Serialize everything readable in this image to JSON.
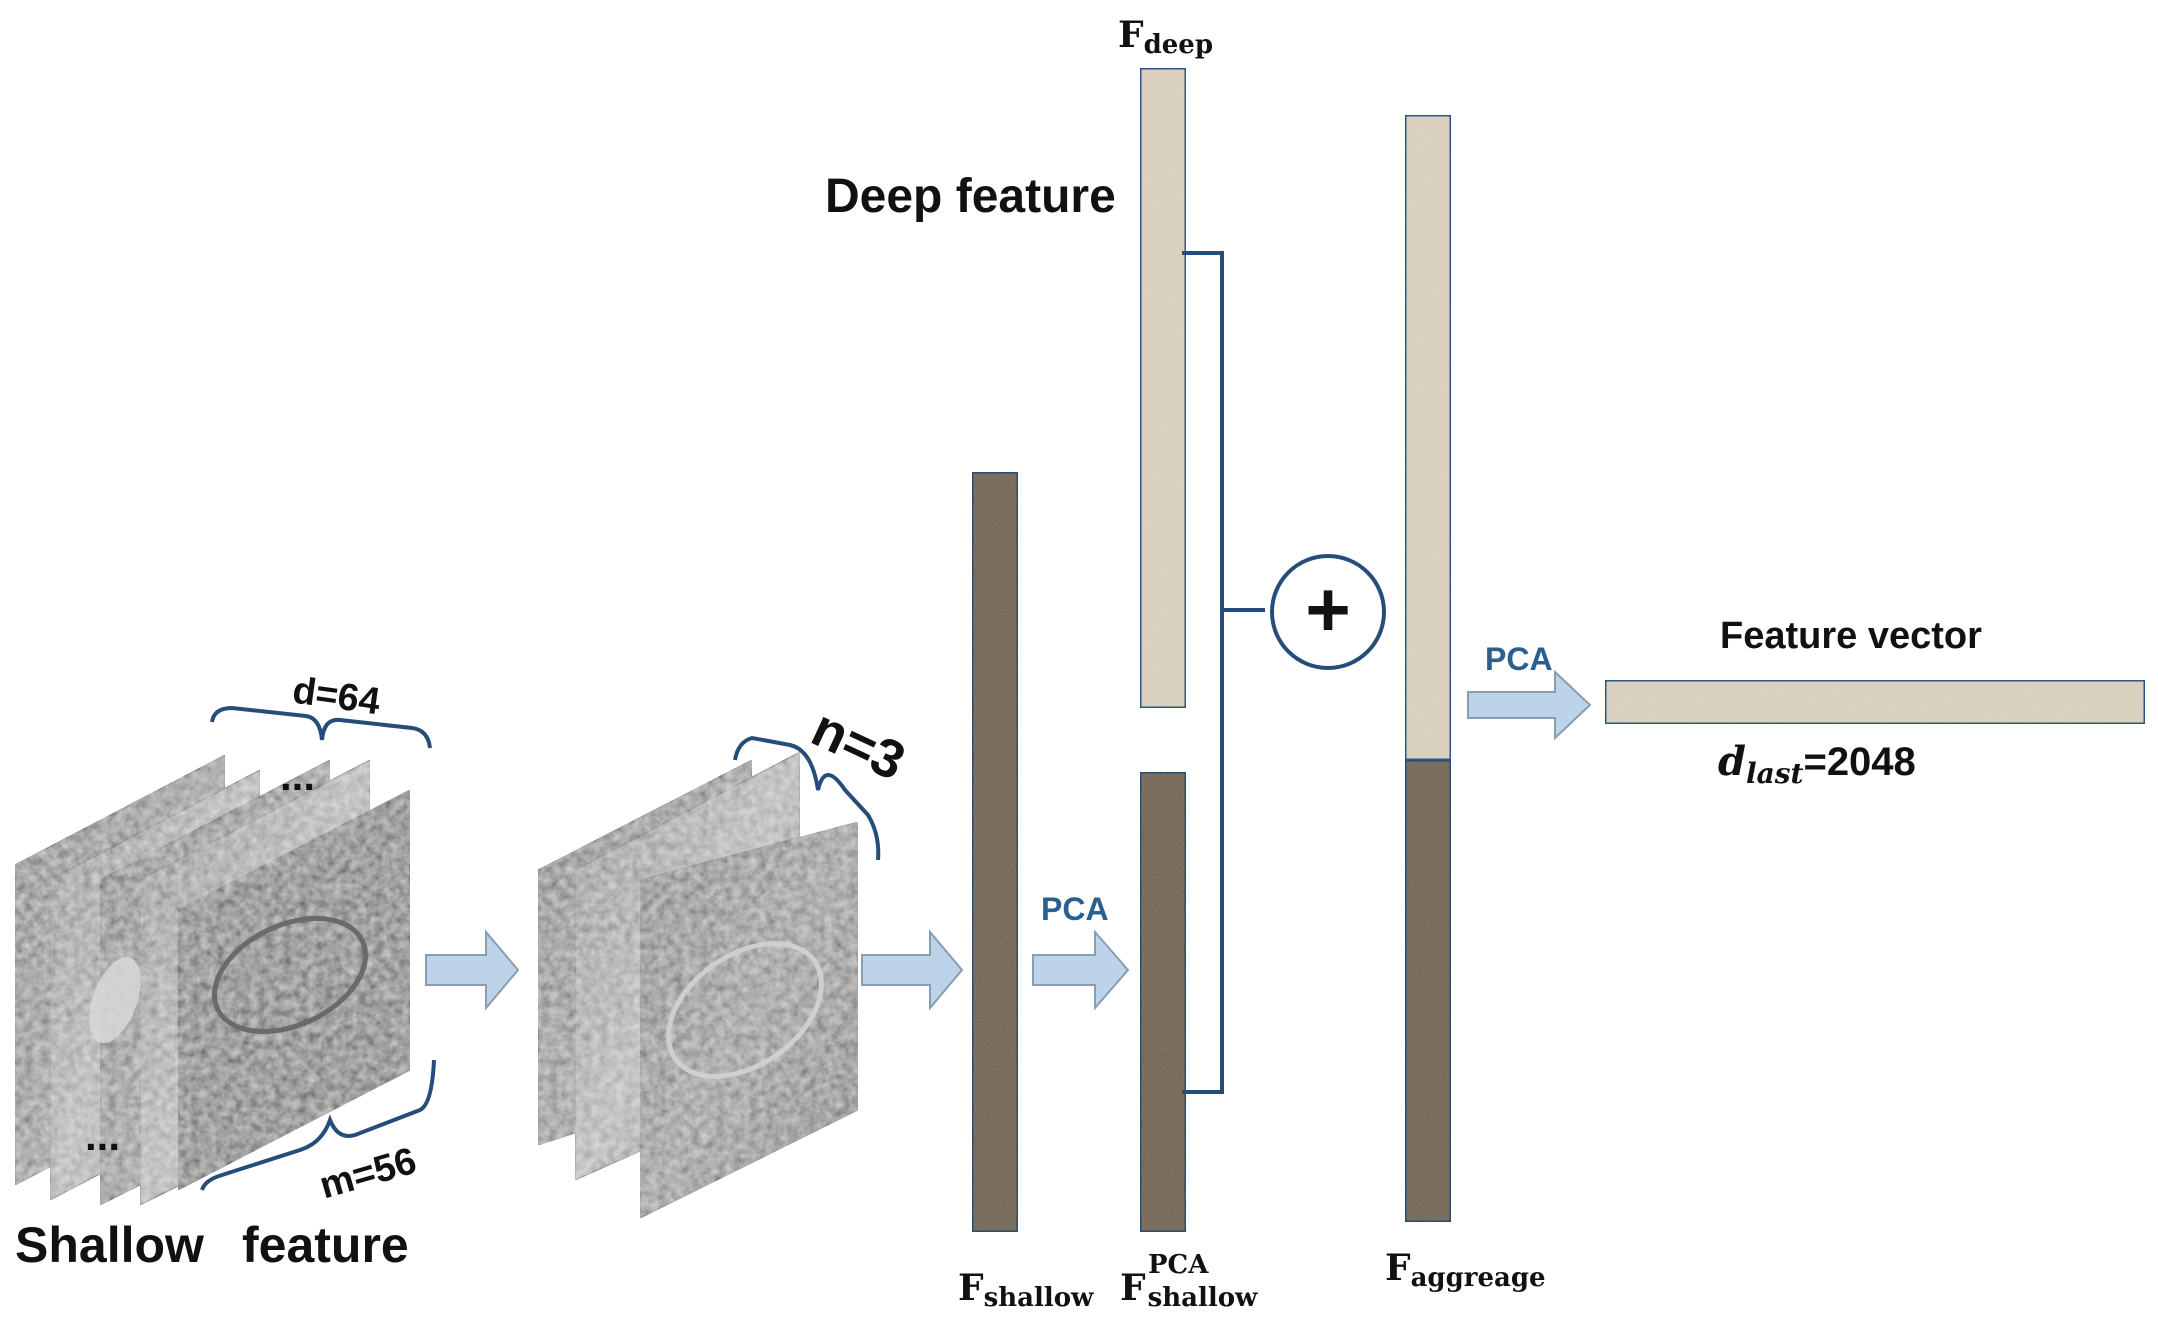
{
  "labels": {
    "shallow": "Shallow",
    "feature": "feature",
    "d_eq": "d=64",
    "m_eq": "m=56",
    "n_eq": "n=3",
    "dots": "...",
    "deep_feature": "Deep feature",
    "pca": "PCA",
    "feature_vector": "Feature vector",
    "d_last_sym": "d",
    "d_last_sub": "last",
    "d_last_val": "=2048",
    "F": "F",
    "sub_deep": "deep",
    "sub_shallow": "shallow",
    "sup_pca": "PCA",
    "sub_aggreage": "aggreage",
    "plus": "+"
  },
  "colors": {
    "bar_border": "#2f5b8a",
    "bracket": "#264d7a",
    "arrow_fill": "#bcd3ea",
    "arrow_stroke": "#8a9cb0",
    "light_texture": "#e3d9c6",
    "dark_texture": "#8f7f6e"
  }
}
